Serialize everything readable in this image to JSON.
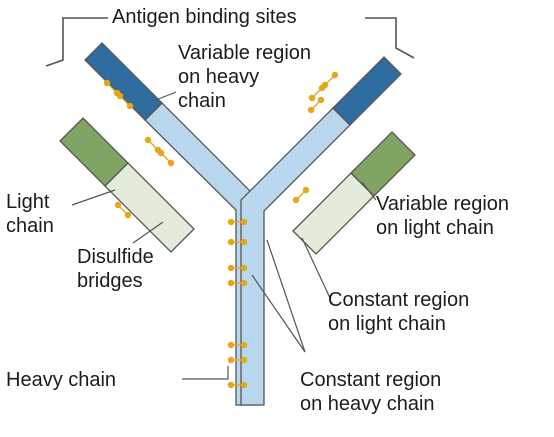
{
  "diagram": {
    "labels": {
      "antigen_binding_sites": "Antigen binding sites",
      "variable_heavy": [
        "Variable region",
        "on heavy",
        "chain"
      ],
      "light_chain": [
        "Light",
        "chain"
      ],
      "disulfide_bridges": [
        "Disulfide",
        "bridges"
      ],
      "variable_light": [
        "Variable region",
        "on light chain"
      ],
      "constant_light": [
        "Constant region",
        "on light chain"
      ],
      "heavy_chain": "Heavy chain",
      "constant_heavy": [
        "Constant region",
        "on heavy chain"
      ]
    },
    "colors": {
      "heavy_constant": "#b9d8ee",
      "heavy_variable": "#2f6c9f",
      "light_constant": "#e3ecdb",
      "light_variable": "#7fa463",
      "outline": "#555555",
      "disulfide_bond": "#e6a619",
      "bracket": "#555555"
    }
  }
}
